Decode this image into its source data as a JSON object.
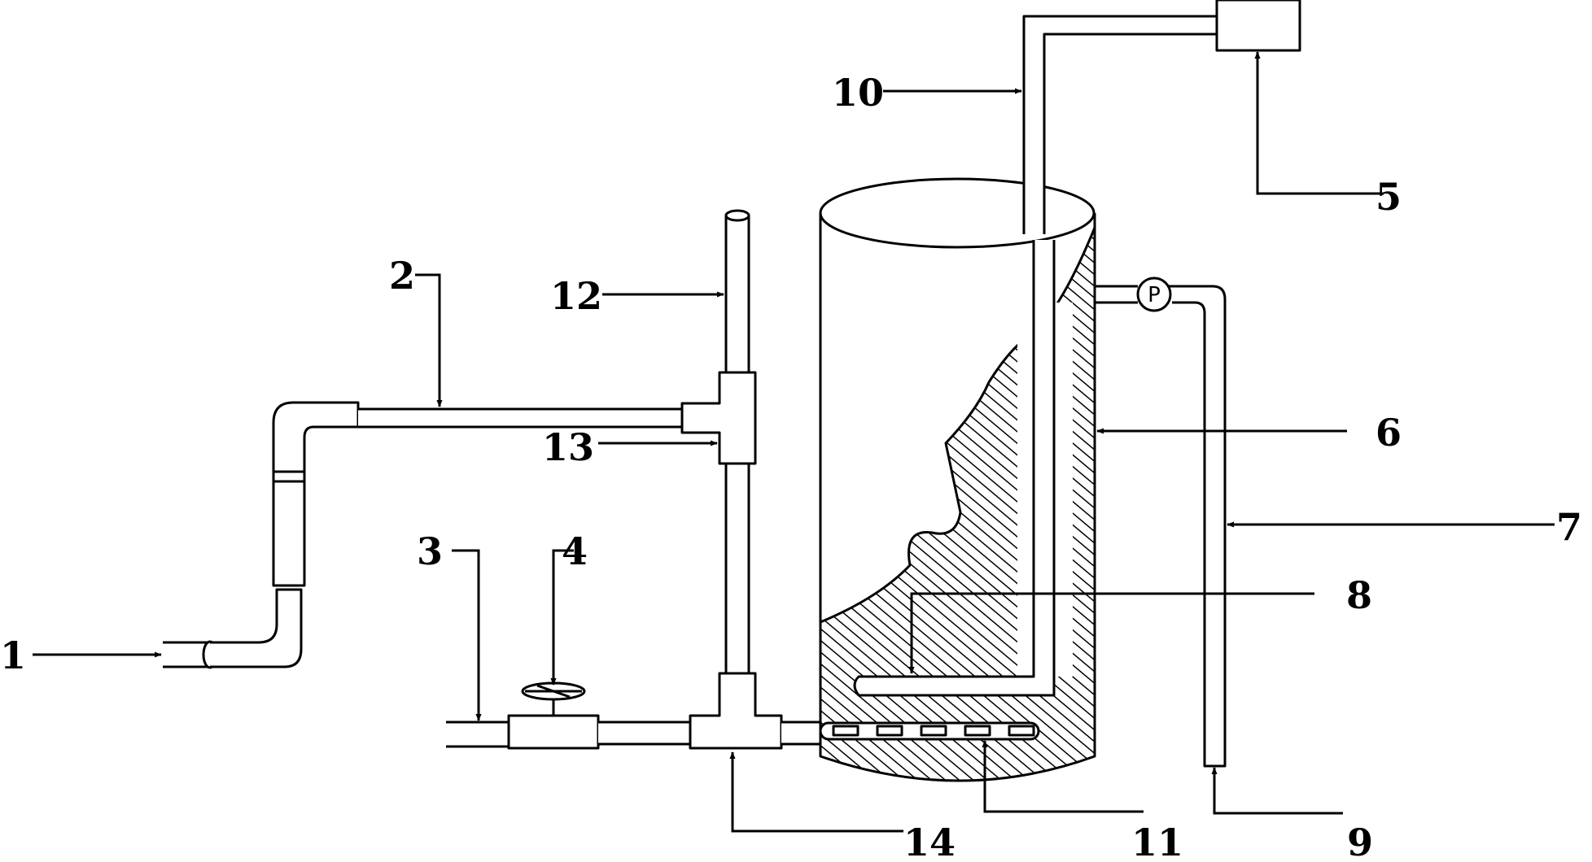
{
  "diagram": {
    "pump_mark": "P",
    "labels": [
      "1",
      "2",
      "3",
      "4",
      "5",
      "6",
      "7",
      "8",
      "9",
      "10",
      "11",
      "12",
      "13",
      "14"
    ]
  },
  "colors": {
    "stroke": "#000000",
    "background": "#ffffff",
    "hatch": "#000000"
  }
}
